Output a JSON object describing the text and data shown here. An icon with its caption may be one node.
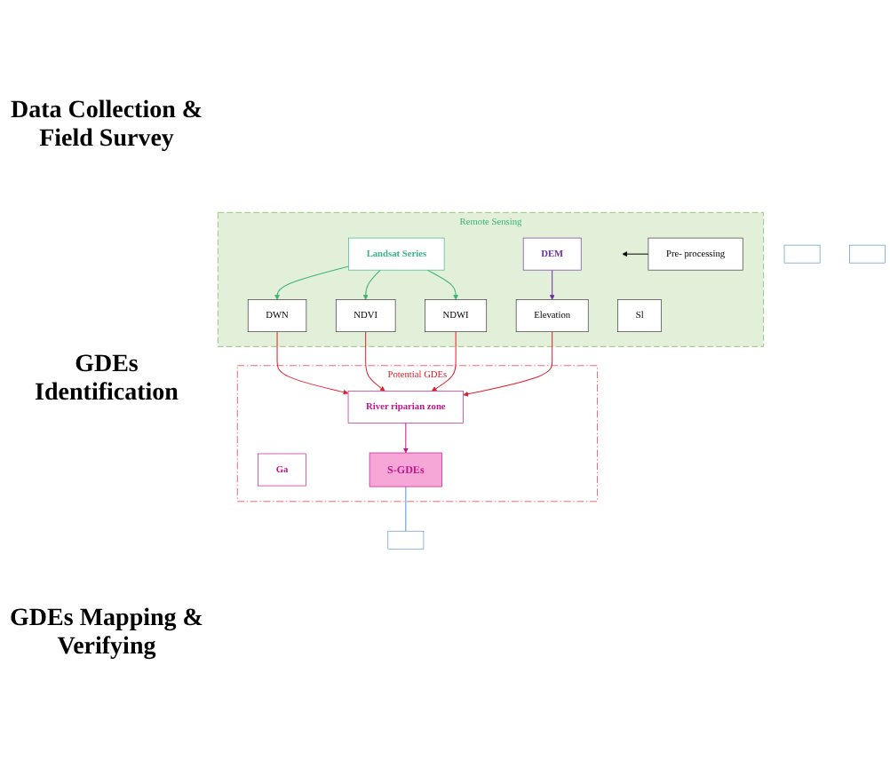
{
  "diagram": {
    "nodes": [
      {
        "text": [
          "Remote Sensing"
        ]
      },
      {
        "text": [
          "Landsat Series"
        ],
        "in": 0
      },
      {
        "text": [
          "DEM"
        ],
        "in": 0
      },
      {
        "text": [
          "Pre- processing"
        ],
        "in": 0
      },
      {
        "text": [
          "DWN"
        ],
        "in": 0
      },
      {
        "text": [
          "NDVI"
        ],
        "in": 0
      },
      {
        "text": [
          "NDWI"
        ],
        "in": 0
      },
      {
        "text": [
          "Elevation"
        ],
        "in": 0
      },
      {
        "text": [
          "Sl"
        ],
        "in": 0
      },
      {
        "text": [
          "Potential GDEs"
        ]
      },
      {
        "text": [
          "River riparian zone"
        ],
        "in": 9
      },
      {
        "text": [
          "Ga"
        ],
        "in": 9
      },
      {
        "text": [
          "S-GDEs"
        ],
        "in": 9
      },
      {
        "text": [],
        "shape": "box"
      },
      {
        "text": [],
        "shape": "box"
      },
      {
        "text": [],
        "shape": "box"
      }
    ],
    "edges": [
      {
        "from": 1,
        "to": 4,
        "arrow": "to",
        "color": "#3cb371"
      },
      {
        "from": 1,
        "to": 5,
        "arrow": "to",
        "color": "#3cb371"
      },
      {
        "from": 1,
        "to": 6,
        "arrow": "to",
        "color": "#3cb371"
      },
      {
        "from": 3,
        "to": null,
        "arrow": "to",
        "color": "#000000"
      },
      {
        "from": 2,
        "to": 7,
        "arrow": "to",
        "color": "#7030a0"
      },
      {
        "from": 4,
        "to": 10,
        "arrow": "to"
      },
      {
        "from": 5,
        "to": 10,
        "arrow": "to"
      },
      {
        "from": 6,
        "to": 10,
        "arrow": "to"
      },
      {
        "from": 7,
        "to": 10,
        "arrow": "to"
      },
      {
        "from": 10,
        "to": 12,
        "arrow": "to",
        "color": "#c0158a"
      },
      {
        "from": 12,
        "to": 13,
        "arrow": "none",
        "color": "#5b8fd1"
      }
    ],
    "labels": [
      "Data Collection & Field Survey",
      "GDEs Identification",
      "GDEs Mapping & Verifying"
    ]
  }
}
